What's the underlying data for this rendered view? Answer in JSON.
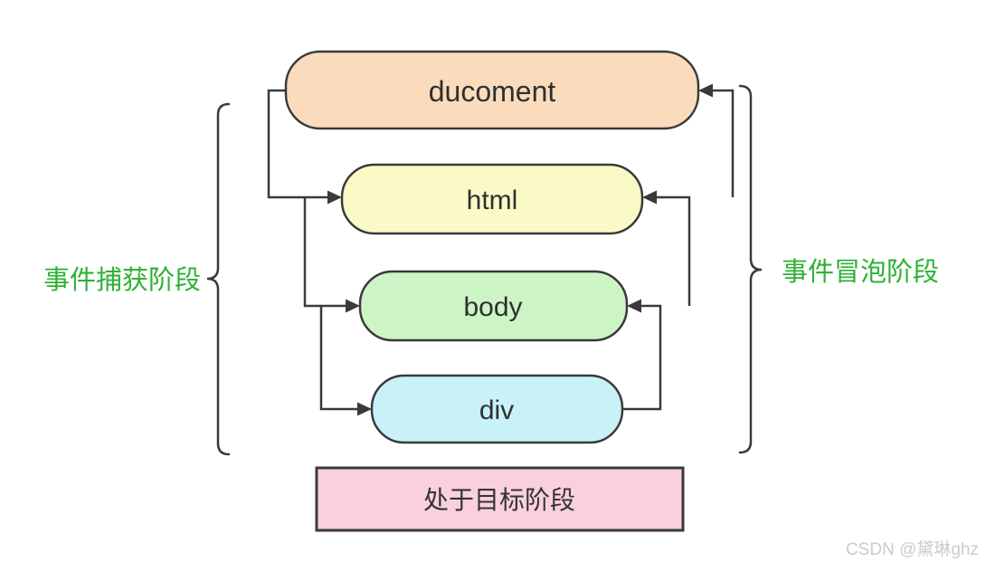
{
  "diagram": {
    "background": "#ffffff",
    "line_color": "#3a3a3a",
    "nodes": [
      {
        "id": "ducoment",
        "label": "ducoment",
        "fill": "#fadcbc"
      },
      {
        "id": "html",
        "label": "html",
        "fill": "#fafac6"
      },
      {
        "id": "body",
        "label": "body",
        "fill": "#cdf4c5"
      },
      {
        "id": "div",
        "label": "div",
        "fill": "#c9f2f8"
      }
    ],
    "target_box": {
      "label": "处于目标阶段",
      "fill": "#fad0e0"
    },
    "phase_labels": {
      "capture": {
        "label": "事件捕获阶段",
        "color": "#2eb135"
      },
      "bubble": {
        "label": "事件冒泡阶段",
        "color": "#2eb135"
      }
    },
    "watermark": {
      "text": "CSDN @黛琳ghz",
      "color": "#cbcbcb"
    }
  }
}
